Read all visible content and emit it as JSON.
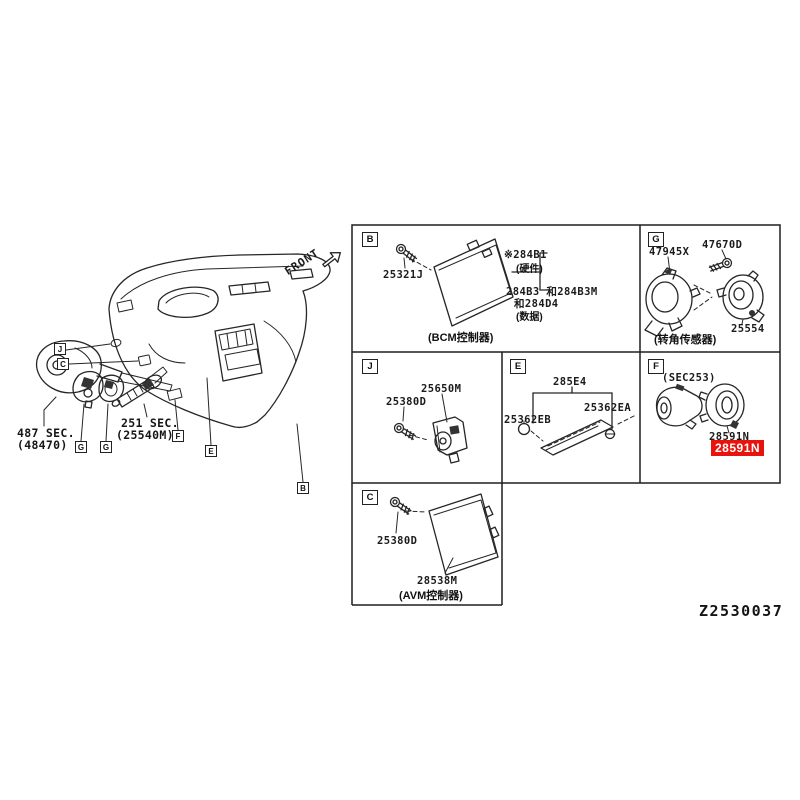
{
  "doc_code": "Z2530037",
  "front_label": "FRONT",
  "colors": {
    "highlight_bg": "#e8130c",
    "highlight_text": "#ffffff",
    "line": "#262626"
  },
  "overview": {
    "sec487_line1": "487 SEC.",
    "sec487_line2": "(48470)",
    "sec251_line1": "251 SEC.",
    "sec251_line2": "(25540M)",
    "callouts": {
      "j": "J",
      "c": "C",
      "g1": "G",
      "g2": "G",
      "f": "F",
      "e": "E",
      "b": "B"
    }
  },
  "cells": {
    "b": {
      "letter": "B",
      "screw": "25321J",
      "hw": "※284B1",
      "hw_note": "(硬件)",
      "sw1": "284B3 和284B3M",
      "sw2": "和284D4",
      "sw_note": "(数据)",
      "caption": "(BCM控制器)"
    },
    "g": {
      "letter": "G",
      "sensor": "47945X",
      "screw": "47670D",
      "cable": "25554",
      "caption": "(转角传感器)"
    },
    "j": {
      "letter": "J",
      "screw": "25380D",
      "unit": "25650M"
    },
    "e": {
      "letter": "E",
      "assy": "285E4",
      "part_a": "25362EA",
      "part_b": "25362EB"
    },
    "f": {
      "letter": "F",
      "section": "(SEC253)",
      "part": "28591N",
      "highlight": "28591N"
    },
    "c": {
      "letter": "C",
      "screw": "25380D",
      "unit": "28538M",
      "caption": "(AVM控制器)"
    }
  }
}
